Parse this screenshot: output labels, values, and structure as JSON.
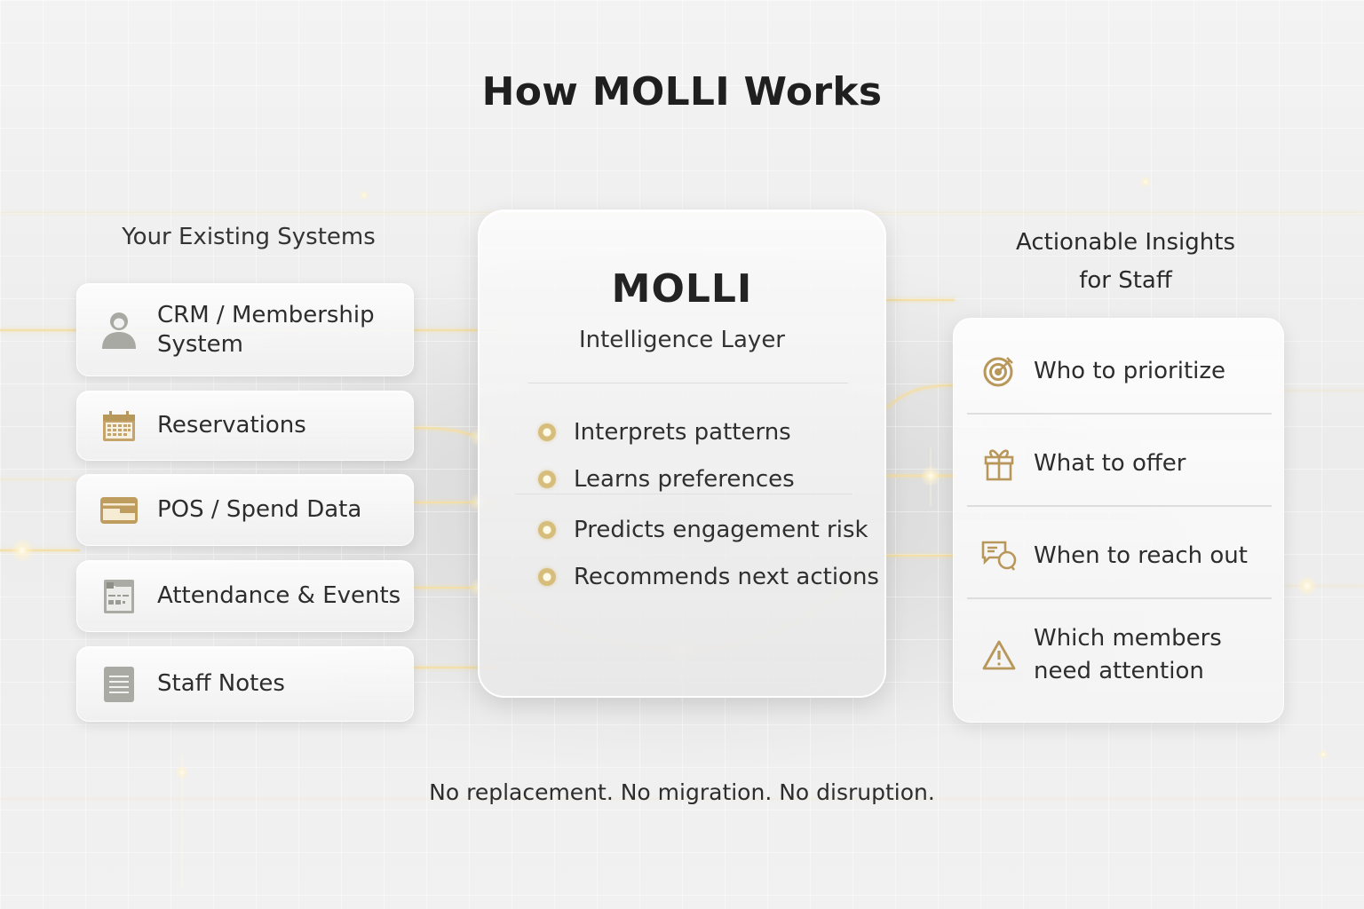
{
  "title": "How MOLLI Works",
  "colors": {
    "accent_gold": "#B8975A",
    "icon_gray": "#A9A9A4",
    "text_dark": "#2D2D2D",
    "background": "#EFEFEF"
  },
  "left_column": {
    "heading": "Your Existing Systems",
    "items": [
      {
        "icon": "user-icon",
        "label_line1": "CRM / Membership",
        "label_line2": "System"
      },
      {
        "icon": "calendar-icon",
        "label_line1": "Reservations"
      },
      {
        "icon": "credit-card-icon",
        "label_line1": "POS / Spend Data"
      },
      {
        "icon": "event-board-icon",
        "label_line1": "Attendance & Events"
      },
      {
        "icon": "notes-icon",
        "label_line1": "Staff Notes"
      }
    ]
  },
  "center": {
    "name": "MOLLI",
    "tagline": "Intelligence Layer",
    "capabilities": [
      "Interprets patterns",
      "Learns preferences",
      "Predicts engagement risk",
      "Recommends next actions"
    ]
  },
  "right_column": {
    "heading_line1": "Actionable Insights",
    "heading_line2": "for Staff",
    "items": [
      {
        "icon": "target-icon",
        "label_line1": "Who to prioritize"
      },
      {
        "icon": "gift-icon",
        "label_line1": "What to offer"
      },
      {
        "icon": "chat-bubbles-icon",
        "label_line1": "When to reach out"
      },
      {
        "icon": "warning-icon",
        "label_line1": "Which members",
        "label_line2": "need attention"
      }
    ]
  },
  "footer": "No replacement. No migration. No disruption."
}
